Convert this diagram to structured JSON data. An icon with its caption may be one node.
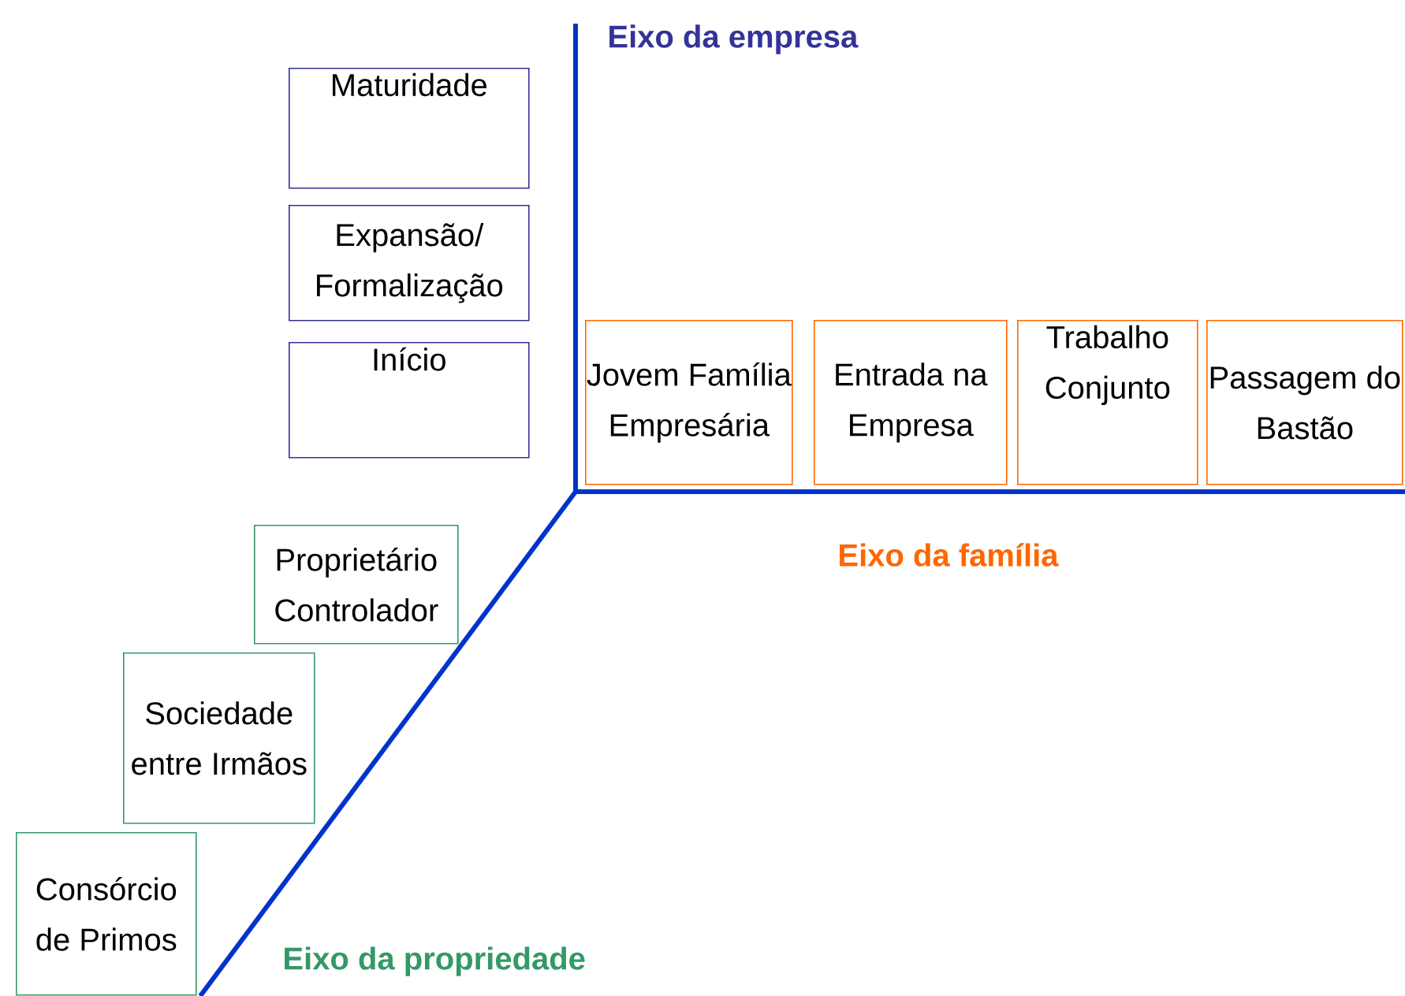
{
  "diagram": {
    "nodes": [
      {
        "text": [
          "Maturidade"
        ]
      },
      {
        "text": [
          "Expansão/ Formalização"
        ]
      },
      {
        "text": [
          "Início"
        ]
      },
      {
        "text": [
          "Jovem Família Empresária"
        ]
      },
      {
        "text": [
          "Entrada na Empresa"
        ]
      },
      {
        "text": [
          "Trabalho Conjunto"
        ]
      },
      {
        "text": [
          "Passagem do Bastão"
        ]
      },
      {
        "text": [
          "Proprietário Controlador"
        ]
      },
      {
        "text": [
          "Sociedade entre Irmãos"
        ]
      },
      {
        "text": [
          "Consórcio de Primos"
        ]
      }
    ],
    "labels": [
      "Eixo da empresa",
      "Eixo da família",
      "Eixo da propriedade"
    ]
  }
}
